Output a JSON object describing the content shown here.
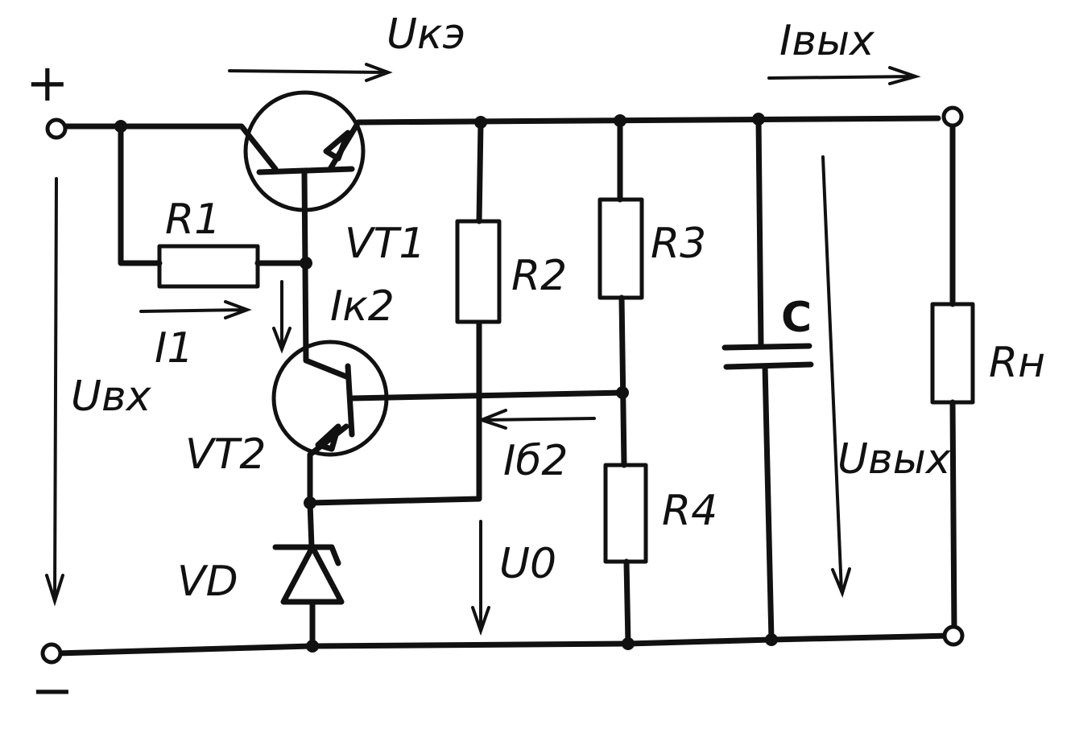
{
  "labels": {
    "plus": "+",
    "minus": "−",
    "u_ke": "Uкэ",
    "i_out": "Iвых",
    "r1": "R1",
    "vt1": "VT1",
    "r2": "R2",
    "r3": "R3",
    "i_k2": "Iк2",
    "i1": "I1",
    "u_in": "Uвх",
    "vt2": "VT2",
    "c": "C",
    "r_load": "Rн",
    "i_b2": "Iб2",
    "u_out": "Uвых",
    "r4": "R4",
    "vd": "VD",
    "u0": "U0"
  }
}
